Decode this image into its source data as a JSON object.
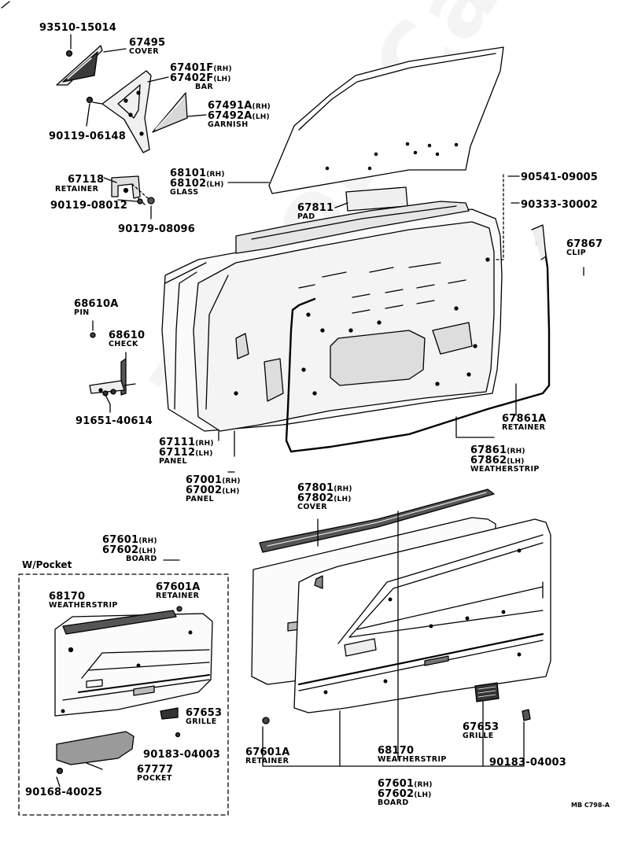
{
  "watermark": "ToyotaCarmer.ru",
  "figure_ref": "MB C798-A",
  "inset_title": "W/Pocket",
  "labels": {
    "l93510": {
      "pn": "93510-15014"
    },
    "l67495": {
      "pn": "67495",
      "name": "COVER"
    },
    "l67401": {
      "pn1": "67401F",
      "s1": "(RH)",
      "pn2": "67402F",
      "s2": "(LH)",
      "name": "BAR"
    },
    "l67491": {
      "pn1": "67491A",
      "s1": "(RH)",
      "pn2": "67492A",
      "s2": "(LH)",
      "name": "GARNISH"
    },
    "l90119a": {
      "pn": "90119-06148"
    },
    "l67118": {
      "pn": "67118",
      "name": "RETAINER"
    },
    "l90119b": {
      "pn": "90119-08012"
    },
    "l90179": {
      "pn": "90179-08096"
    },
    "l68101": {
      "pn1": "68101",
      "s1": "(RH)",
      "pn2": "68102",
      "s2": "(LH)",
      "name": "GLASS"
    },
    "l67811": {
      "pn": "67811",
      "name": "PAD"
    },
    "l90541": {
      "pn": "90541-09005"
    },
    "l90333": {
      "pn": "90333-30002"
    },
    "l67867": {
      "pn": "67867",
      "name": "CLIP"
    },
    "l68610A": {
      "pn": "68610A",
      "name": "PIN"
    },
    "l68610": {
      "pn": "68610",
      "name": "CHECK"
    },
    "l91651": {
      "pn": "91651-40614"
    },
    "l67861A": {
      "pn": "67861A",
      "name": "RETAINER"
    },
    "l67861": {
      "pn1": "67861",
      "s1": "(RH)",
      "pn2": "67862",
      "s2": "(LH)",
      "name": "WEATHERSTRIP"
    },
    "l67111": {
      "pn1": "67111",
      "s1": "(RH)",
      "pn2": "67112",
      "s2": "(LH)",
      "name": "PANEL"
    },
    "l67001": {
      "pn1": "67001",
      "s1": "(RH)",
      "pn2": "67002",
      "s2": "(LH)",
      "name": "PANEL"
    },
    "l67801": {
      "pn1": "67801",
      "s1": "(RH)",
      "pn2": "67802",
      "s2": "(LH)",
      "name": "COVER"
    },
    "l67601top": {
      "pn1": "67601",
      "s1": "(RH)",
      "pn2": "67602",
      "s2": "(LH)",
      "name": "BOARD"
    },
    "l68170in": {
      "pn": "68170",
      "name": "WEATHERSTRIP"
    },
    "l67601Ain": {
      "pn": "67601A",
      "name": "RETAINER"
    },
    "l67653in": {
      "pn": "67653",
      "name": "GRILLE"
    },
    "l90183in": {
      "pn": "90183-04003"
    },
    "l67777": {
      "pn": "67777",
      "name": "POCKET"
    },
    "l90168": {
      "pn": "90168-40025"
    },
    "l67601Aout": {
      "pn": "67601A",
      "name": "RETAINER"
    },
    "l68170out": {
      "pn": "68170",
      "name": "WEATHERSTRIP"
    },
    "l67653out": {
      "pn": "67653",
      "name": "GRILLE"
    },
    "l90183out": {
      "pn": "90183-04003"
    },
    "l67601bot": {
      "pn1": "67601",
      "s1": "(RH)",
      "pn2": "67602",
      "s2": "(LH)",
      "name": "BOARD"
    }
  }
}
